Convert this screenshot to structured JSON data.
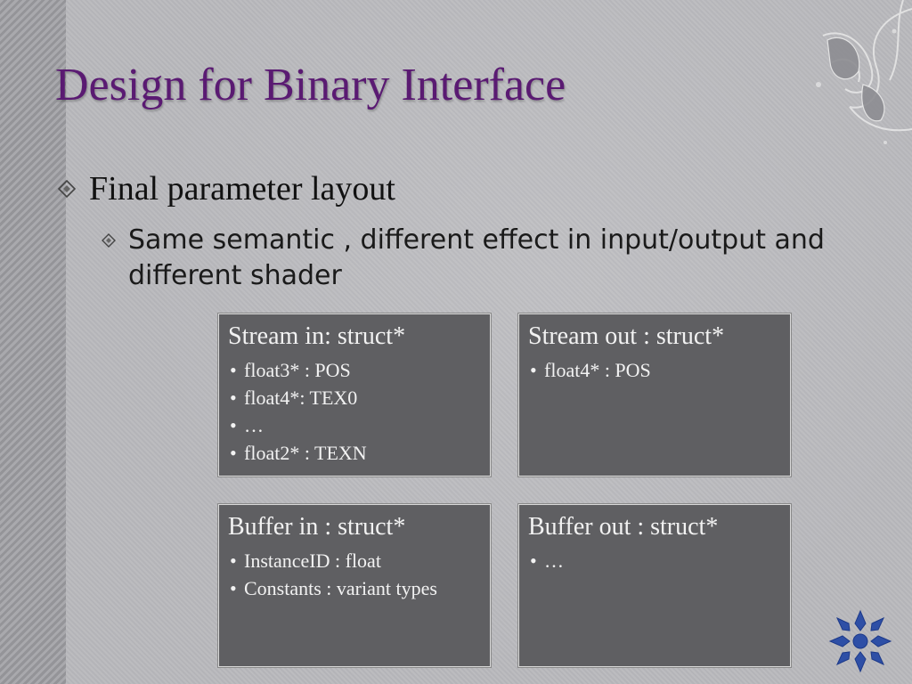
{
  "slide": {
    "title": "Design for Binary Interface",
    "bullet": "Final parameter layout",
    "sub_bullet": "Same semantic , different effect in input/output and different shader"
  },
  "boxes": [
    {
      "heading": "Stream in: struct*",
      "items": [
        "float3* : POS",
        "float4*: TEX0",
        "…",
        "float2* : TEXN"
      ]
    },
    {
      "heading": "Stream out : struct*",
      "items": [
        "float4* : POS"
      ]
    },
    {
      "heading": "Buffer in : struct*",
      "items": [
        "InstanceID : float",
        "Constants : variant types"
      ]
    },
    {
      "heading": "Buffer out : struct*",
      "items": [
        "…"
      ]
    }
  ],
  "bullet_marker_glyph": "•",
  "colors": {
    "title": "#5a1a72",
    "box_fill": "#5f5f62",
    "box_text": "#f2f2f2",
    "background": "#b8b8bc"
  },
  "icons": [
    "diamond-bullet-icon",
    "floral-ornament-icon",
    "snowflake-ornament-icon"
  ]
}
